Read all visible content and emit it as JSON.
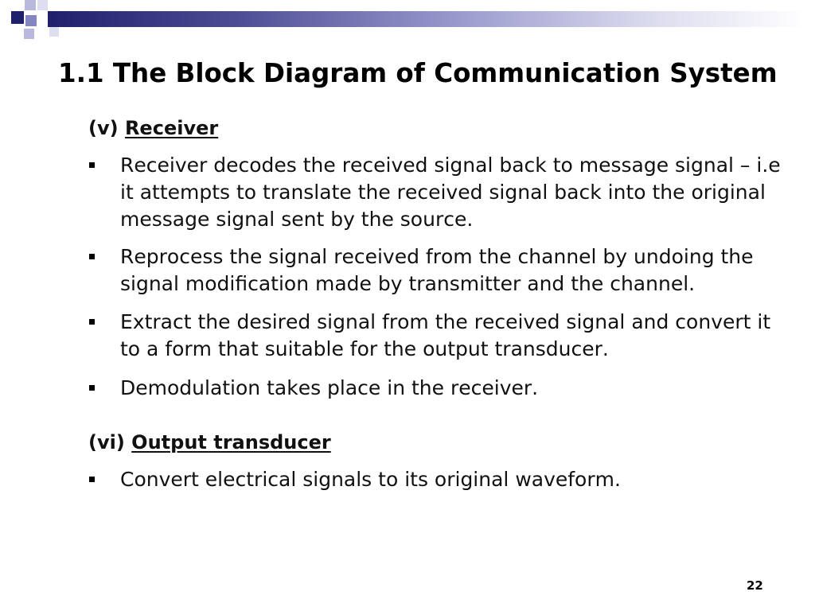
{
  "slide": {
    "title": "1.1 The Block Diagram of Communication System",
    "page_number": "22"
  },
  "sections": [
    {
      "label": "(v)",
      "heading": "Receiver",
      "bullets": [
        "Receiver decodes the received signal back to message signal – i.e it attempts to translate the received signal back into the original message signal sent by the source.",
        "Reprocess the signal received from the channel by undoing the signal modification made by transmitter and the channel.",
        "Extract the desired signal from the received signal and convert it to a form that suitable for the output transducer.",
        "Demodulation takes place in the receiver."
      ]
    },
    {
      "label": "(vi)",
      "heading": "Output transducer",
      "bullets": [
        "Convert electrical signals to its original waveform."
      ]
    }
  ],
  "theme": {
    "accent": "#1f1f6b",
    "accent_mid": "#8585c2",
    "accent_light": "#b9b9e0",
    "accent_pale": "#dedef1",
    "text": "#000000",
    "bullet_icon": "square-bullet"
  }
}
